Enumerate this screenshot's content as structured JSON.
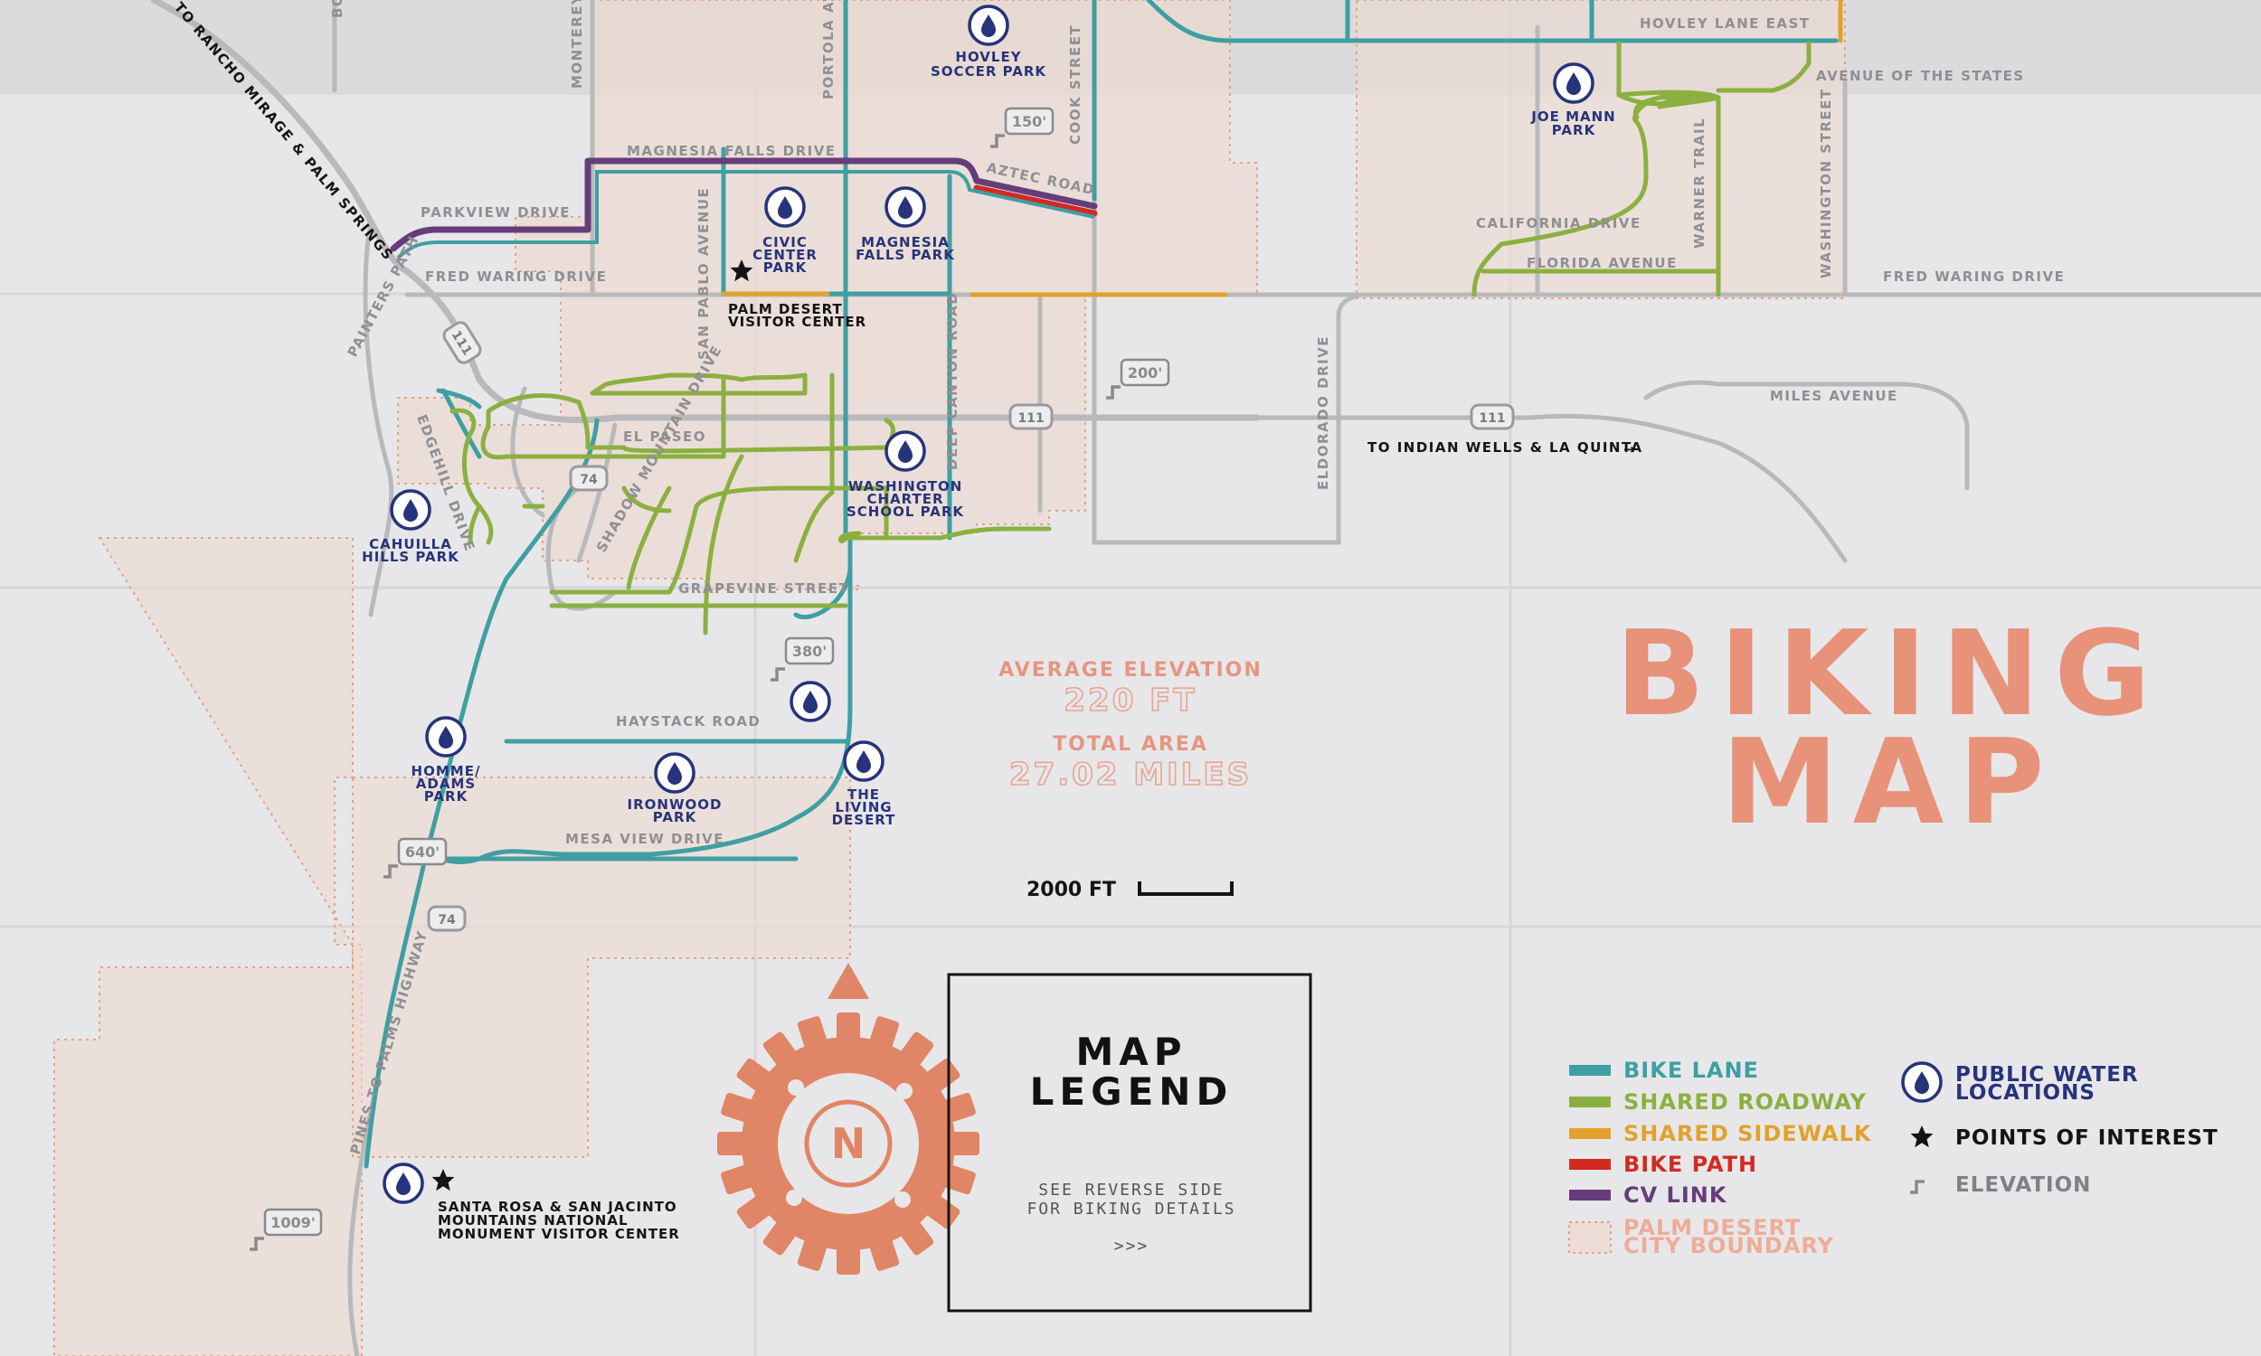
{
  "colors": {
    "bike_lane": "#3f9fa2",
    "shared_roadway": "#8cb040",
    "shared_sidewalk": "#e2a12c",
    "bike_path": "#d22a22",
    "cv_link": "#663d7a",
    "boundary": "#e6a184",
    "accent": "#e79279",
    "park": "#27337a"
  },
  "roads": {
    "rancho_mirage": "TO RANCHO MIRAGE & PALM SPRINGS",
    "bo": "BO",
    "monterey": "MONTEREY",
    "portola": "PORTOLA AVE",
    "cook": "COOK STREET",
    "hovley": "HOVLEY LANE EAST",
    "avenue_states": "AVENUE OF THE STATES",
    "magnesia": "MAGNESIA FALLS DRIVE",
    "aztec": "AZTEC ROAD",
    "parkview": "PARKVIEW DRIVE",
    "fred_waring_w": "FRED WARING DRIVE",
    "fred_waring_e": "FRED WARING DRIVE",
    "painters": "PAINTERS PATH",
    "san_pablo": "SAN PABLO AVENUE",
    "deep_canyon": "DEEP CANYON ROAD",
    "el_paseo": "EL PASEO",
    "shadow_mountain": "SHADOW MOUNTAIN DRIVE",
    "edgehill": "EDGEHILL DRIVE",
    "grapevine": "GRAPEVINE STREET",
    "haystack": "HAYSTACK ROAD",
    "mesa_view": "MESA VIEW DRIVE",
    "pines_to_palms": "PINES TO PALMS HIGHWAY",
    "eldorado": "ELDORADO DRIVE",
    "california": "CALIFORNIA DRIVE",
    "florida": "FLORIDA AVENUE",
    "warner": "WARNER TRAIL",
    "washington": "WASHINGTON STREET",
    "miles": "MILES AVENUE",
    "indian_wells": "TO INDIAN WELLS & LA QUINTA",
    "arrow": "→"
  },
  "highways": {
    "h111_a": "111",
    "h111_b": "111",
    "h111_c": "111",
    "h74_a": "74",
    "h74_b": "74"
  },
  "elevations": {
    "e150": "150'",
    "e200": "200'",
    "e380": "380'",
    "e640": "640'",
    "e1009": "1009'"
  },
  "parks": {
    "hovley_1": "HOVLEY",
    "hovley_2": "SOCCER PARK",
    "joe_1": "JOE MANN",
    "joe_2": "PARK",
    "civic_1": "CIVIC",
    "civic_2": "CENTER",
    "civic_3": "PARK",
    "magnesia_1": "MAGNESIA",
    "magnesia_2": "FALLS PARK",
    "washington_1": "WASHINGTON",
    "washington_2": "CHARTER",
    "washington_3": "SCHOOL PARK",
    "cahuilla_1": "CAHUILLA",
    "cahuilla_2": "HILLS PARK",
    "homme_1": "HOMME/",
    "homme_2": "ADAMS",
    "homme_3": "PARK",
    "ironwood_1": "IRONWOOD",
    "ironwood_2": "PARK",
    "living_1": "THE",
    "living_2": "LIVING",
    "living_3": "DESERT"
  },
  "pois": {
    "visitor_1": "PALM DESERT",
    "visitor_2": "VISITOR CENTER",
    "santa_1": "SANTA ROSA & SAN JACINTO",
    "santa_2": "MOUNTAINS NATIONAL",
    "santa_3": "MONUMENT VISITOR CENTER"
  },
  "stats": {
    "elevation_label": "AVERAGE ELEVATION",
    "elevation_value": "220 FT",
    "area_label": "TOTAL AREA",
    "area_value": "27.02 MILES"
  },
  "scale": {
    "label": "2000 FT"
  },
  "compass": {
    "letter": "N"
  },
  "title": {
    "line1": "BIKING",
    "line2": "MAP"
  },
  "legend": {
    "title_1": "MAP",
    "title_2": "LEGEND",
    "note_1": "SEE REVERSE SIDE",
    "note_2": "FOR BIKING DETAILS",
    "note_3": ">>>",
    "bike_lane": "BIKE LANE",
    "shared_roadway": "SHARED ROADWAY",
    "shared_sidewalk": "SHARED SIDEWALK",
    "bike_path": "BIKE PATH",
    "cv_link": "CV LINK",
    "boundary_1": "PALM DESERT",
    "boundary_2": "CITY BOUNDARY",
    "water_1": "PUBLIC WATER",
    "water_2": "LOCATIONS",
    "poi": "POINTS OF INTEREST",
    "elevation": "ELEVATION"
  }
}
